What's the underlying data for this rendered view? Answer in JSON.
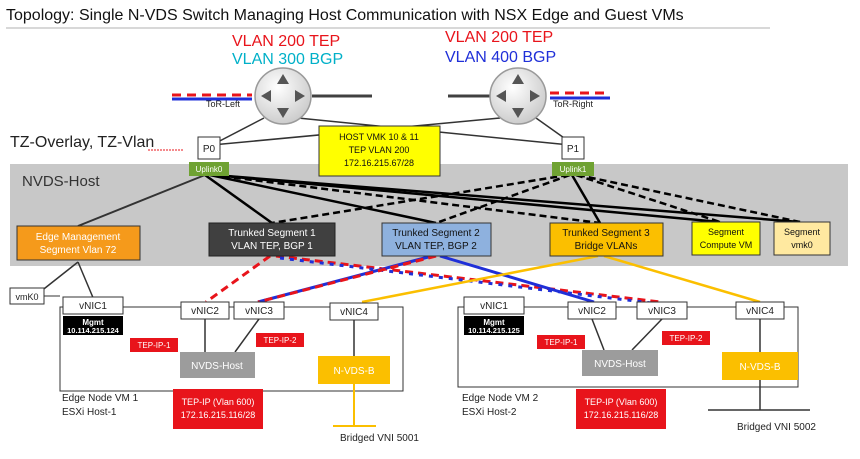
{
  "title": "Topology: Single N-VDS Switch Managing Host Communication with NSX Edge and Guest VMs",
  "colors": {
    "red": "#e8141b",
    "cyan": "#00b0c8",
    "blue": "#1f2fd8",
    "orange": "#f59a1b",
    "gold": "#fbbf00",
    "yellow": "#ffff00",
    "green": "#6fa232",
    "gray": "#c8c8c8",
    "dark": "#404040",
    "steel": "#8eb1de"
  },
  "routers": {
    "left": {
      "line1": "VLAN 200 TEP",
      "line2": "VLAN 300  BGP",
      "label": "ToR-Left"
    },
    "right": {
      "line1": "VLAN 200 TEP",
      "line2": "VLAN 400 BGP",
      "label": "ToR-Right"
    }
  },
  "tz_label": "TZ-Overlay, TZ-Vlan",
  "ports": {
    "p0": "P0",
    "p1": "P1",
    "uplink0": "Uplink0",
    "uplink1": "Uplink1"
  },
  "host_vmk": {
    "line1": "HOST VMK 10 & 11",
    "line2": "TEP VLAN 200",
    "line3": "172.16.215.67/28"
  },
  "nvds_host": "NVDS-Host",
  "segments": {
    "edge_mgmt": {
      "line1": "Edge Management",
      "line2": "Segment Vlan 72"
    },
    "trunk1": {
      "line1": "Trunked Segment 1",
      "line2": "VLAN TEP, BGP 1"
    },
    "trunk2": {
      "line1": "Trunked Segment 2",
      "line2": "VLAN TEP, BGP 2"
    },
    "trunk3": {
      "line1": "Trunked Segment 3",
      "line2": "Bridge VLANs"
    },
    "compute": {
      "line1": "Segment",
      "line2": "Compute VM"
    },
    "vmk0": {
      "line1": "Segment",
      "line2": "vmk0"
    }
  },
  "vmk0_label": "vmK0",
  "edge1": {
    "vnic1": "vNIC1",
    "vnic2": "vNIC2",
    "vnic3": "vNIC3",
    "vnic4": "vNIC4",
    "mgmt_label": "Mgmt",
    "mgmt_ip": "10.114.215.124",
    "tep1": "TEP-IP-1",
    "tep2": "TEP-IP-2",
    "nvds": "NVDS-Host",
    "nvdsb": "N-VDS-B",
    "name1": "Edge Node VM 1",
    "name2": "ESXi Host-1",
    "tep_vlan": "TEP-IP (Vlan 600)",
    "tep_ip": "172.16.215.116/28",
    "bridged": "Bridged VNI 5001"
  },
  "edge2": {
    "vnic1": "vNIC1",
    "vnic2": "vNIC2",
    "vnic3": "vNIC3",
    "vnic4": "vNIC4",
    "mgmt_label": "Mgmt",
    "mgmt_ip": "10.114.215.125",
    "tep1": "TEP-IP-1",
    "tep2": "TEP-IP-2",
    "nvds": "NVDS-Host",
    "nvdsb": "N-VDS-B",
    "name1": "Edge Node VM 2",
    "name2": "ESXi Host-2",
    "tep_vlan": "TEP-IP (Vlan 600)",
    "tep_ip": "172.16.215.116/28",
    "bridged": "Bridged VNI 5002"
  }
}
